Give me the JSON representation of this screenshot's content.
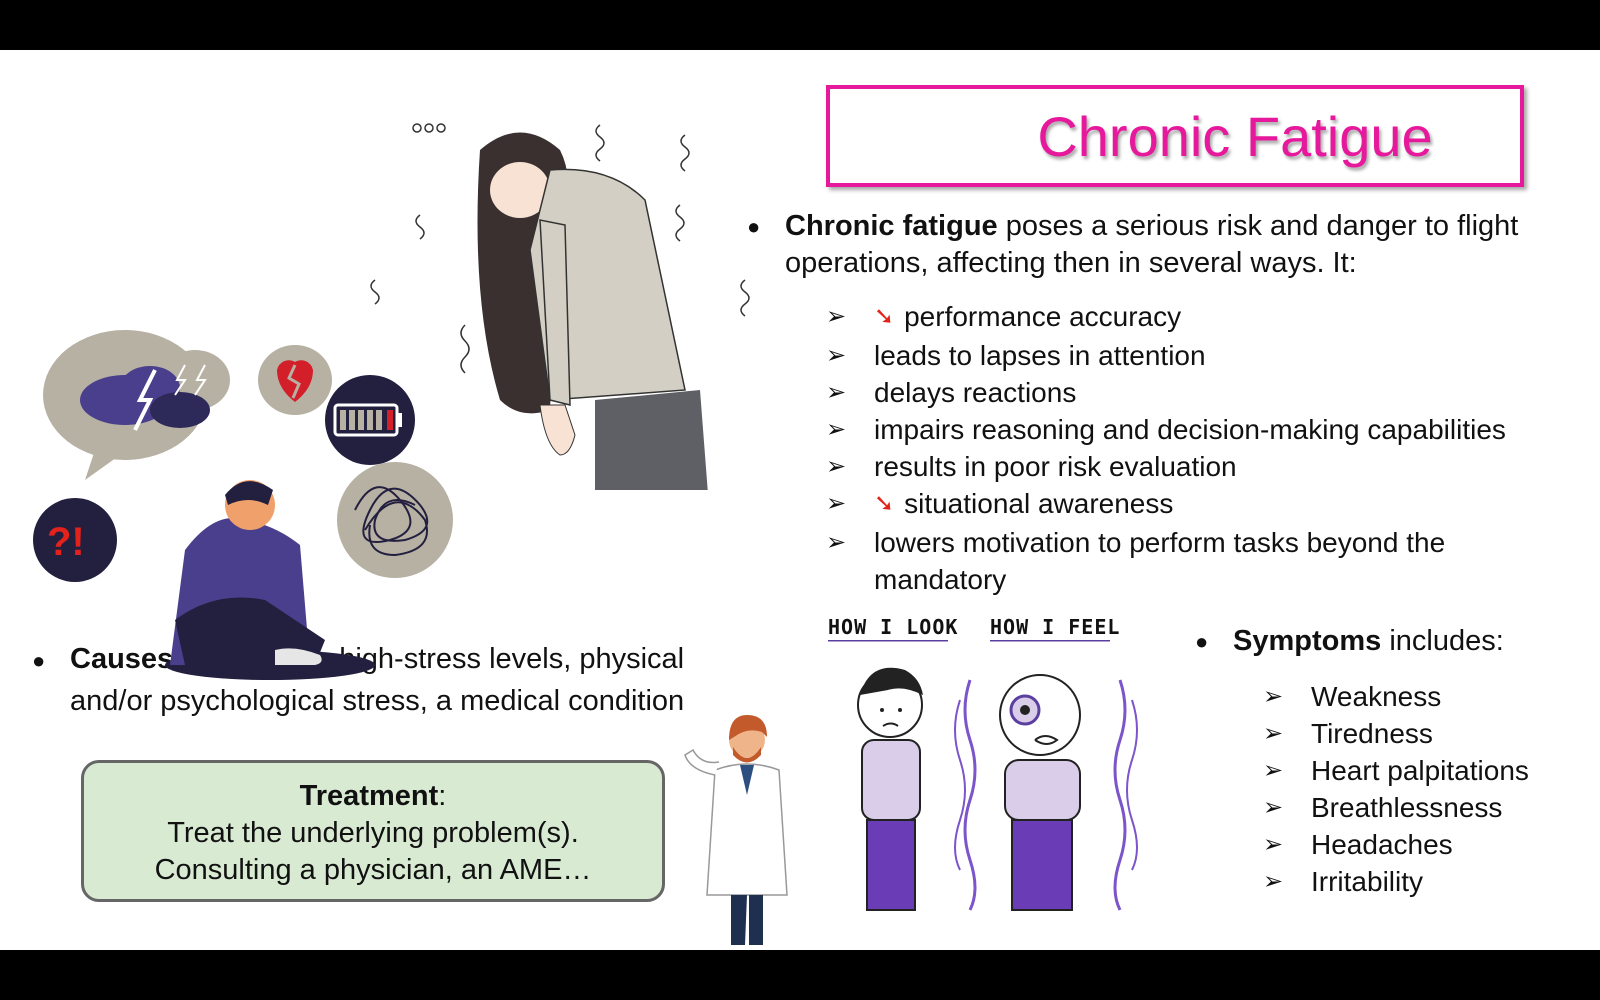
{
  "title": "Chronic Fatigue",
  "intro": {
    "bold": "Chronic fatigue",
    "text": " poses a serious risk and danger to flight operations, affecting then in several ways. It:"
  },
  "effects": [
    {
      "text": "performance accuracy",
      "down_arrow": true
    },
    {
      "text": "leads to lapses in attention",
      "down_arrow": false
    },
    {
      "text": "delays reactions",
      "down_arrow": false
    },
    {
      "text": "impairs reasoning and decision-making capabilities",
      "down_arrow": false
    },
    {
      "text": "results in poor risk evaluation",
      "down_arrow": false
    },
    {
      "text": "situational awareness",
      "down_arrow": true
    },
    {
      "text": "lowers motivation to perform tasks beyond the mandatory",
      "down_arrow": false
    }
  ],
  "causes": {
    "label": "Causes:",
    "text": " continuous high-stress levels, physical and/or psychological stress, a medical condition"
  },
  "treatment": {
    "label": "Treatment",
    "colon": ":",
    "line1": "Treat the underlying problem(s).",
    "line2": "Consulting a physician, an AME…"
  },
  "symptoms": {
    "label": "Symptoms",
    "text": " includes:",
    "items": [
      "Weakness",
      "Tiredness",
      "Heart palpitations",
      "Breathlessness",
      "Headaches",
      "Irritability"
    ]
  },
  "illustration_captions": {
    "look": "HOW I LOOK",
    "feel": "HOW I FEEL"
  },
  "stress_bubble_text": "?!",
  "icons": {
    "bullet": "black-circle-bullet",
    "sub_bullet": "arrowhead-bullet",
    "decrease": "red-down-arrow"
  },
  "colors": {
    "title": "#e6189b",
    "treatment_bg": "#d9ead3",
    "arrow": "#e3221b"
  }
}
